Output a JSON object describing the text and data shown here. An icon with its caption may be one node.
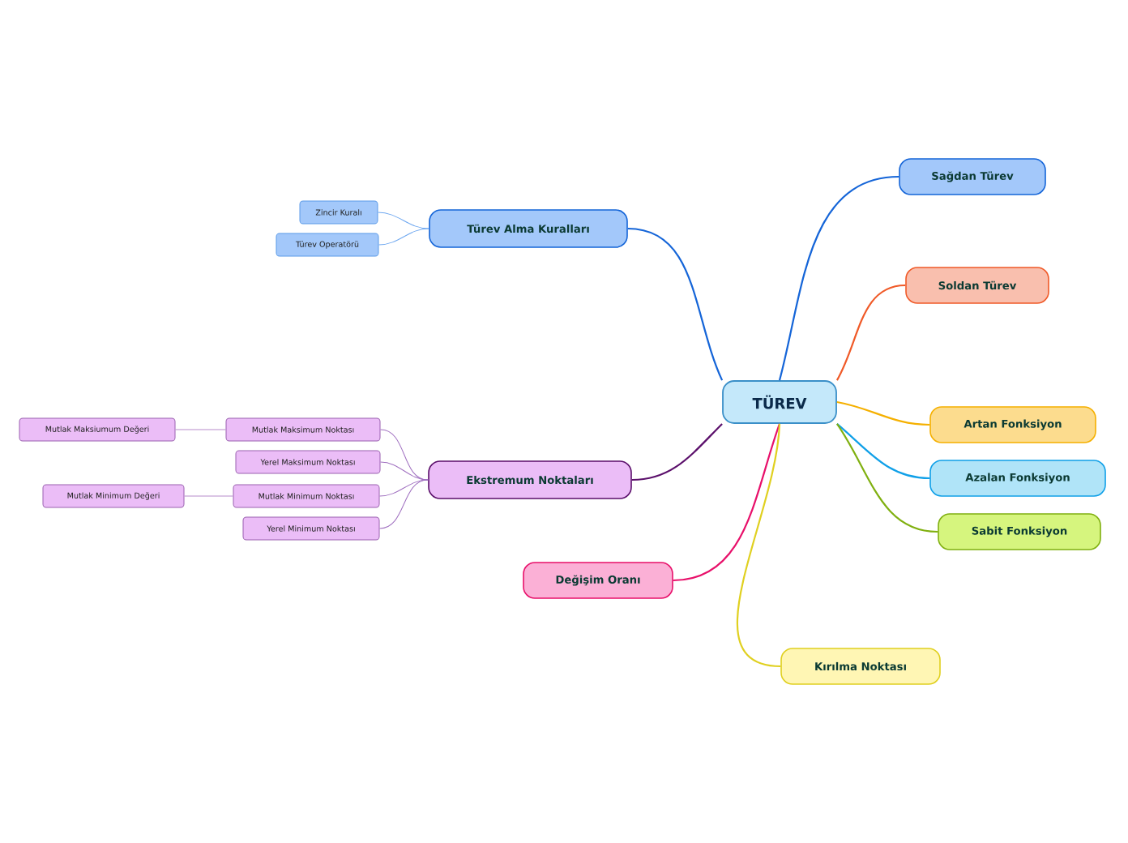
{
  "diagram": {
    "nodes": [
      {
        "text": [
          "TÜREV"
        ]
      },
      {
        "text": [
          "Türev Alma Kuralları"
        ]
      },
      {
        "text": [
          "Zincir Kuralı"
        ]
      },
      {
        "text": [
          "Türev Operatörü"
        ]
      },
      {
        "text": [
          "Ekstremum Noktaları"
        ]
      },
      {
        "text": [
          "Mutlak Maksimum Noktası"
        ]
      },
      {
        "text": [
          "Mutlak Maksiumum Değeri"
        ]
      },
      {
        "text": [
          "Yerel Maksimum Noktası"
        ]
      },
      {
        "text": [
          "Mutlak Minimum Noktası"
        ]
      },
      {
        "text": [
          "Mutlak Minimum Değeri"
        ]
      },
      {
        "text": [
          "Yerel Minimum Noktası"
        ]
      },
      {
        "text": [
          "Değişim Oranı"
        ]
      },
      {
        "text": [
          "Sağdan Türev"
        ]
      },
      {
        "text": [
          "Soldan Türev"
        ]
      },
      {
        "text": [
          "Artan Fonksiyon"
        ]
      },
      {
        "text": [
          "Azalan Fonksiyon"
        ]
      },
      {
        "text": [
          "Sabit Fonksiyon"
        ]
      },
      {
        "text": [
          "Kırılma Noktası"
        ]
      }
    ],
    "edges": [
      {
        "from": 0,
        "to": 1,
        "arrow": "none",
        "color": "#1565d8"
      },
      {
        "from": 1,
        "to": 2,
        "arrow": "none",
        "color": "#6fa8f0"
      },
      {
        "from": 1,
        "to": 3,
        "arrow": "none",
        "color": "#6fa8f0"
      },
      {
        "from": 0,
        "to": 4,
        "arrow": "none",
        "color": "#5b0f6b"
      },
      {
        "from": 4,
        "to": 5,
        "arrow": "none",
        "color": "#a070c0"
      },
      {
        "from": 5,
        "to": 6,
        "arrow": "none",
        "color": "#b88ccc"
      },
      {
        "from": 4,
        "to": 7,
        "arrow": "none",
        "color": "#a070c0"
      },
      {
        "from": 4,
        "to": 8,
        "arrow": "none",
        "color": "#a070c0"
      },
      {
        "from": 8,
        "to": 9,
        "arrow": "none",
        "color": "#b88ccc"
      },
      {
        "from": 4,
        "to": 10,
        "arrow": "none",
        "color": "#a070c0"
      },
      {
        "from": 0,
        "to": 11,
        "arrow": "none",
        "color": "#e8106a"
      },
      {
        "from": 0,
        "to": 12,
        "arrow": "none",
        "color": "#1565d8"
      },
      {
        "from": 0,
        "to": 13,
        "arrow": "none",
        "color": "#f05a28"
      },
      {
        "from": 0,
        "to": 14,
        "arrow": "none",
        "color": "#f5b000"
      },
      {
        "from": 0,
        "to": 15,
        "arrow": "none",
        "color": "#10a0e8"
      },
      {
        "from": 0,
        "to": 16,
        "arrow": "none",
        "color": "#80b010"
      },
      {
        "from": 0,
        "to": 17,
        "arrow": "none",
        "color": "#e0d020"
      }
    ]
  }
}
